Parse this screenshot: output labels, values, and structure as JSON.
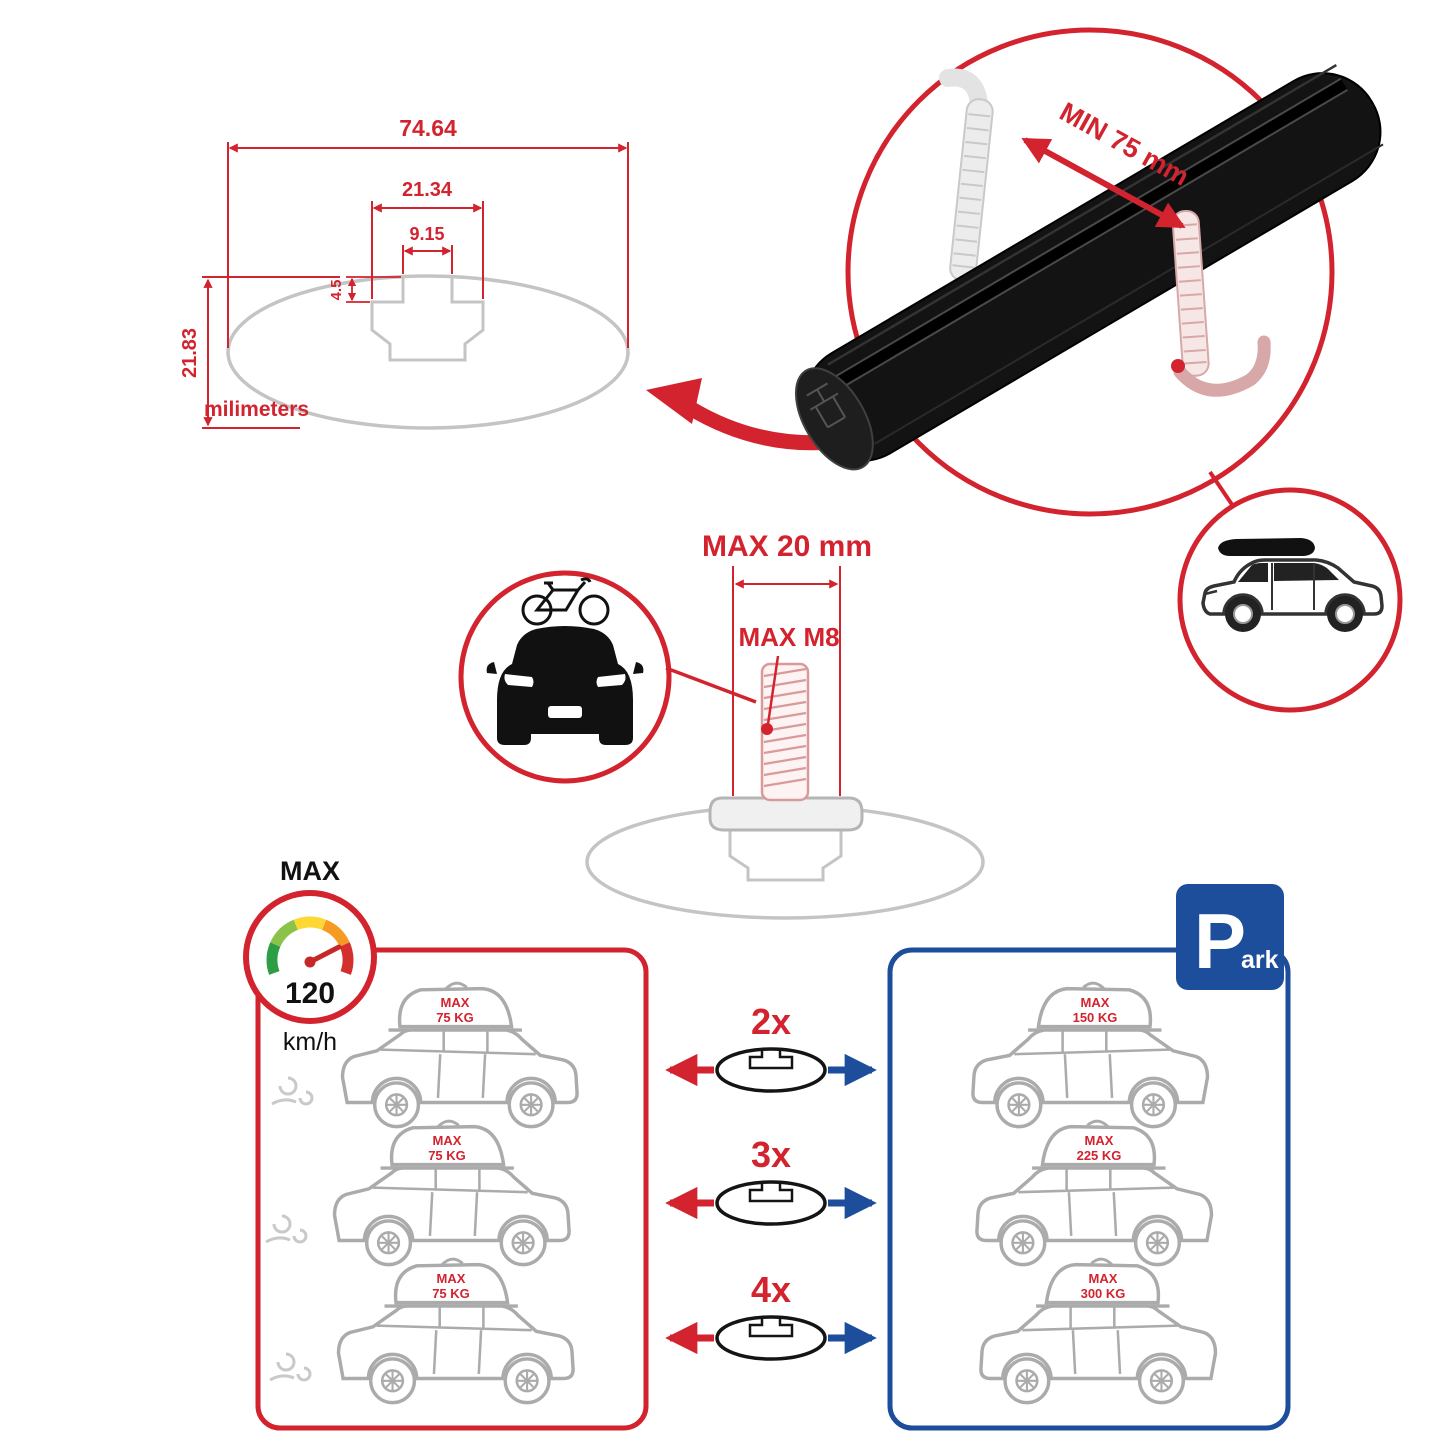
{
  "colors": {
    "accent_red": "#d2232e",
    "accent_blue": "#1d4e9b",
    "outline_gray": "#c4c4c4",
    "bar_black": "#111111"
  },
  "cross_section": {
    "width_total": "74.64",
    "width_cavity": "21.34",
    "width_slot": "9.15",
    "lip_depth": "4.5",
    "height": "21.83",
    "unit": "milimeters"
  },
  "clamp": {
    "min_width": "MIN 75 mm"
  },
  "bolt": {
    "max_length": "MAX 20 mm",
    "max_thread": "MAX M8"
  },
  "speed": {
    "label": "MAX",
    "value": "120",
    "unit": "km/h"
  },
  "driving_box": {
    "cars": [
      {
        "max": "MAX",
        "weight": "75 KG"
      },
      {
        "max": "MAX",
        "weight": "75 KG"
      },
      {
        "max": "MAX",
        "weight": "75 KG"
      }
    ]
  },
  "bars": [
    {
      "label": "2x"
    },
    {
      "label": "3x"
    },
    {
      "label": "4x"
    }
  ],
  "parking_box": {
    "sign_p": "P",
    "sign_suffix": "ark",
    "cars": [
      {
        "max": "MAX",
        "weight": "150 KG"
      },
      {
        "max": "MAX",
        "weight": "225 KG"
      },
      {
        "max": "MAX",
        "weight": "300 KG"
      }
    ]
  }
}
